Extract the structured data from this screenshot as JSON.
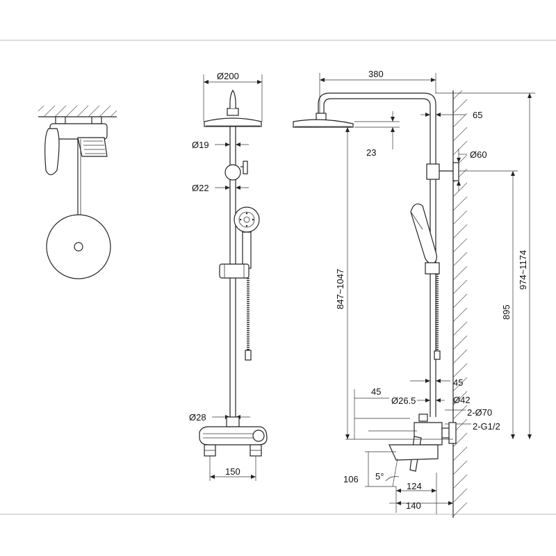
{
  "labels": {
    "dia_head": "Ø200",
    "dia_19": "Ø19",
    "dia_22": "Ø22",
    "dia_28": "Ø28",
    "w_150": "150",
    "arm_380": "380",
    "off_65": "65",
    "h_23": "23",
    "dia_60": "Ø60",
    "h_847": "847~1047",
    "h_974": "974~1174",
    "h_895": "895",
    "d_45a": "45",
    "d_45b": "45",
    "dia_265": "Ø26.5",
    "dia_42": "Ø42",
    "dia_70": "2-Ø70",
    "g12": "2-G1/2",
    "d_106": "106",
    "ang_5": "5°",
    "d_124": "124",
    "d_140": "140"
  }
}
